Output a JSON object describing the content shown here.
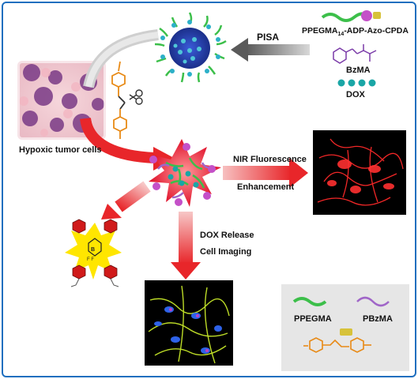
{
  "labels": {
    "pisa": "PISA",
    "polymer": "PPEGMA",
    "polymer_sub": "14",
    "polymer_rest": "-ADP-Azo-CPDA",
    "bzma": "BzMA",
    "dox": "DOX",
    "hypoxic": "Hypoxic tumor cells",
    "nir_line1": "NIR Fluorescence",
    "nir_line2": "Enhancement",
    "dox_line1": "DOX Release",
    "dox_line2": "Cell Imaging"
  },
  "legend": {
    "ppegma": "PPEGMA",
    "pbzma": "PBzMA"
  },
  "colors": {
    "frame": "#1f6fbf",
    "peg_green": "#3cbf4a",
    "pbzma_purple": "#a066c8",
    "azo_orange": "#e88a16",
    "dox_teal": "#1aa6a6",
    "arrow_red": "#e8262a",
    "nir_red": "#ff1a1a",
    "bodipy_yellow": "#ffe600"
  },
  "icons": [
    "scissors-icon",
    "bzma-molecule-icon",
    "dox-dots-icon",
    "bodipy-molecule-icon",
    "azo-linker-icon"
  ]
}
